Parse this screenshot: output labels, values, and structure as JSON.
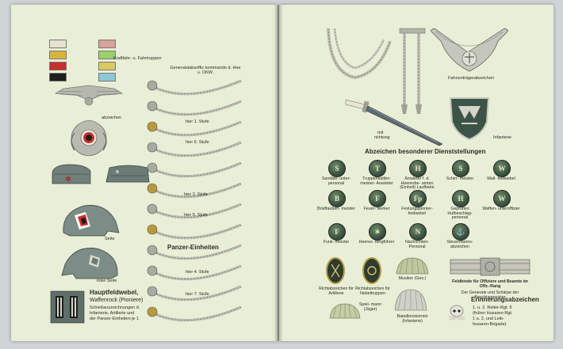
{
  "left": {
    "swatch_colors_left": [
      "#e6e4cf",
      "#d9b43a",
      "#c9302c",
      "#1f1f1f"
    ],
    "swatch_colors_right": [
      "#d9a19a",
      "#9bd06a",
      "#d9c95f",
      "#8fc6d3"
    ],
    "swatch_label": "Kraftfahr- u. Fahrtruppen",
    "cords_title": "Generalstabsoffiz kommando d. Hee u. OKW.",
    "eagle_label": "abzeichen",
    "stufe": [
      "hier 1. Stufe",
      "hier 6. Stufe",
      "hier 2. Stufe",
      "hier 5. Stufe",
      "hier 4. Stufe",
      "hier 7. Stufe"
    ],
    "helmet_labels": [
      "Seite",
      "linke Seite"
    ],
    "panzer_title": "Panzer-Einheiten",
    "tunic_title": "Hauptfeldwebel,",
    "tunic_sub": "Waffenrock (Pioniere)",
    "tunic_desc": [
      "Schießauszeichnungen d.",
      "Infanterie, Artillerie und",
      "der Panzer-Einheiten je 1"
    ]
  },
  "right": {
    "dagger_label": [
      "mit",
      "richtung"
    ],
    "gorget_label": "Fahnenträgerabzeichen",
    "shield_label": "Infanterie",
    "section_title": "Abzeichen besonderer Dienststellungen",
    "badges": [
      {
        "glyph": "S",
        "label": "Sanitäts- unter- personal"
      },
      {
        "glyph": "T",
        "label": "Truppensattler- meister- Anwärter"
      },
      {
        "glyph": "H",
        "label": "Anwärter f. d. Heeresbe- amten (Einheit) Laufbahn"
      },
      {
        "glyph": "S",
        "label": "Schirr- meister"
      },
      {
        "glyph": "W",
        "label": "Wall- feldwebel"
      },
      {
        "glyph": "B",
        "label": "Brieftauben- meister"
      },
      {
        "glyph": "F",
        "label": "Feuer- werker"
      },
      {
        "glyph": "Fp",
        "label": "Festungspionier- feldwebel"
      },
      {
        "glyph": "H",
        "label": "Geprüftes Hufbeschlag- personal"
      },
      {
        "glyph": "W",
        "label": "Waffen- unteroffizier"
      },
      {
        "glyph": "F",
        "label": "Funk- meister"
      },
      {
        "glyph": "✶",
        "label": "Heeres- bergführer"
      },
      {
        "glyph": "N",
        "label": "Nachrichten- Personal"
      },
      {
        "glyph": "⚓",
        "label": "Steuermanns- abzeichen"
      }
    ],
    "bottom_labels": [
      "Richtabzeichen für Artillerie",
      "Richtabzeichen für Nebeltruppen",
      "Musiker (Ges.)",
      "Feldbinde für Offiziere und Beamte im Offz.-Rang",
      "Spiel- mann (Jäger)",
      "Bataillonskornist (Infanterie)"
    ],
    "feldbinde_sub": "Der Generale und Schärpe der Beschlagmeister",
    "memorial_title": "Erinnerungsabzeichen",
    "memorial_text": [
      "1. u. 2. Reiter-Rgt. 5",
      "(früher Husaren-Rgt.",
      "1 u. 2, und Leib-",
      "husaren-Brigade)"
    ]
  }
}
